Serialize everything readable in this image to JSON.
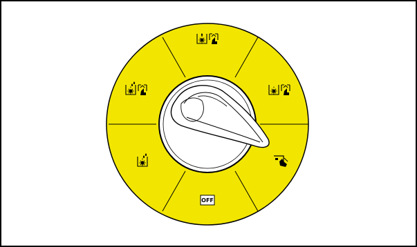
{
  "colors": {
    "dial_fill": "#F2E600",
    "outline": "#000000",
    "knob": "#ffffff"
  },
  "dial": {
    "positions": [
      {
        "id": "position-top",
        "icon": "heater-drip-hand-icon"
      },
      {
        "id": "position-upper-right",
        "icon": "heater-hand-icon"
      },
      {
        "id": "position-lower-right",
        "icon": "hand-cooling-icon"
      },
      {
        "id": "position-bottom",
        "icon": "off-icon",
        "label": "OFF"
      },
      {
        "id": "position-lower-left",
        "icon": "heater-drip-icon"
      },
      {
        "id": "position-upper-left",
        "icon": "heater-drip-hand-icon"
      }
    ],
    "selected": "position-lower-right",
    "knob_pointer": "lower-right"
  }
}
